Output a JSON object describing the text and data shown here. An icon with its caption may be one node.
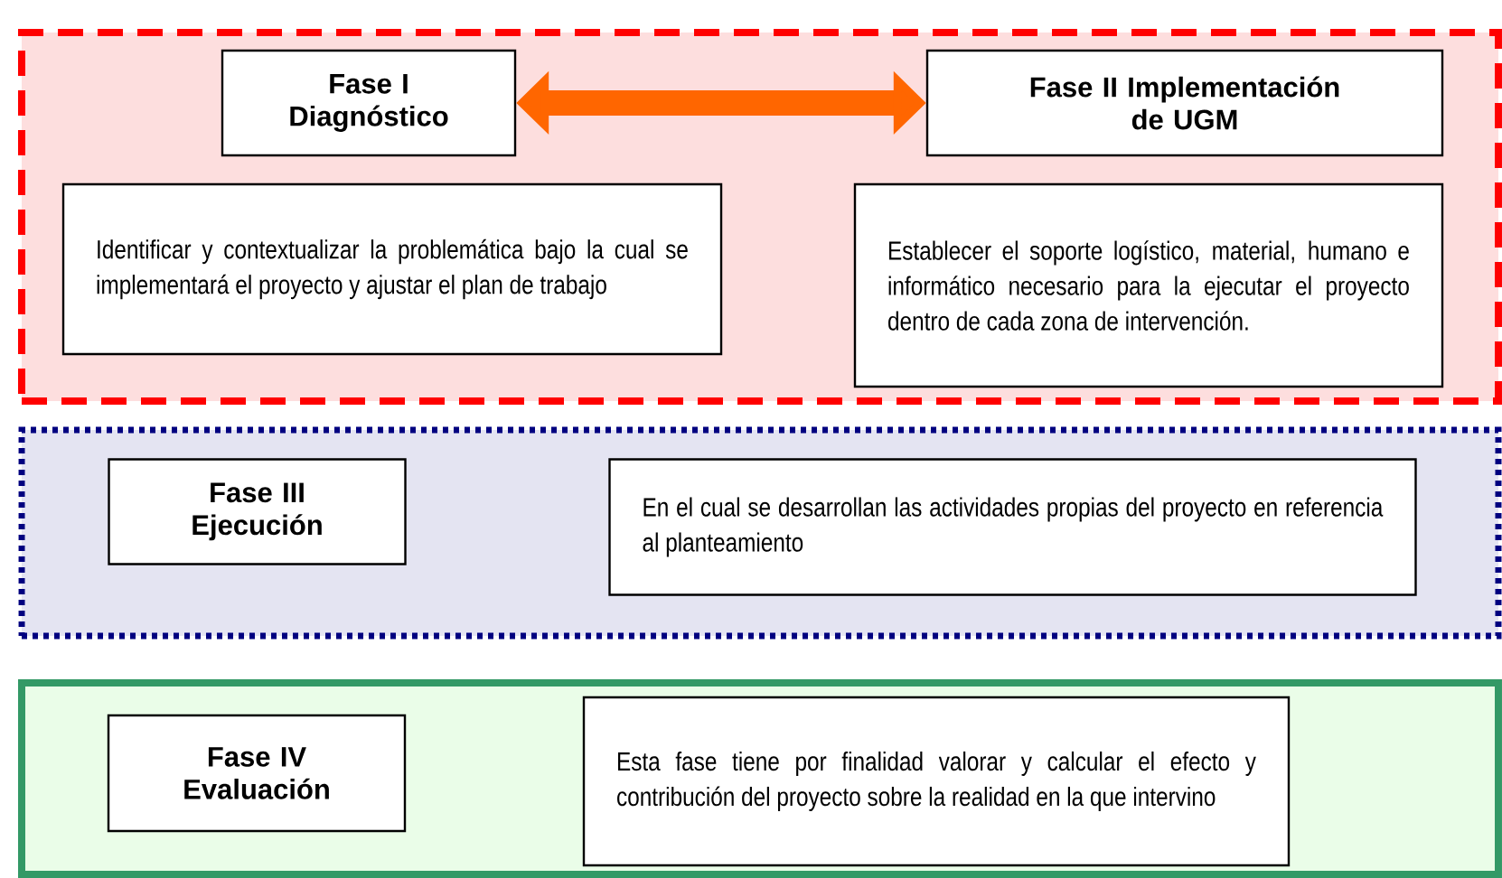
{
  "diagram": {
    "nodes": [
      {
        "text": [],
        "shape": "box"
      },
      {
        "text": [
          "Fase I Diagnóstico"
        ],
        "in": 0
      },
      {
        "text": [
          "Fase II Implementación de UGM"
        ],
        "in": 0
      },
      {
        "text": [
          "Identificar y contextualizar la problemática bajo la cual se implementará el proyecto y ajustar el plan de trabajo"
        ],
        "in": 0
      },
      {
        "text": [
          "Establecer el soporte logístico, material, humano e informático necesario para la ejecutar el proyecto dentro de cada zona de intervención."
        ],
        "in": 0
      },
      {
        "text": [],
        "shape": "box"
      },
      {
        "text": [
          "Fase III Ejecución"
        ],
        "in": 5
      },
      {
        "text": [
          "En el cual se desarrollan las actividades propias del proyecto en referencia al planteamiento"
        ],
        "in": 5
      },
      {
        "text": [],
        "shape": "box"
      },
      {
        "text": [
          "Fase IV Evaluación"
        ],
        "in": 8
      },
      {
        "text": [
          "Esta fase tiene por finalidad valorar y calcular el efecto y contribución del proyecto sobre la realidad en la que intervino"
        ],
        "in": 8
      }
    ],
    "edges": [
      {
        "from": 1,
        "to": 2,
        "arrow": "both",
        "color": "#ff6600"
      }
    ]
  }
}
